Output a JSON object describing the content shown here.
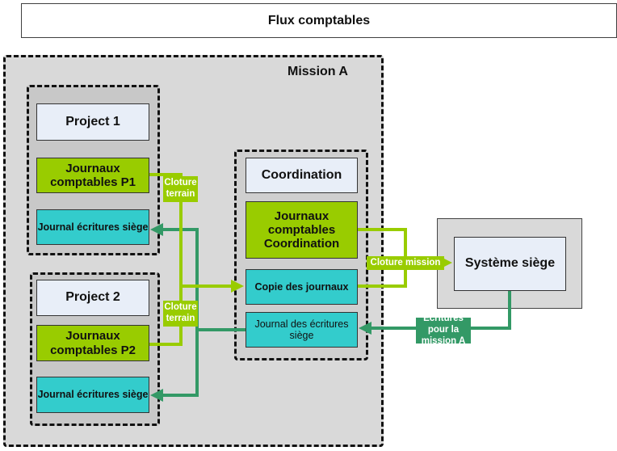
{
  "title": "Flux comptables",
  "mission": {
    "label": "Mission A",
    "project1": {
      "title": "Project 1",
      "journaux": "Journaux comptables P1",
      "journal_siege": "Journal écritures siège"
    },
    "project2": {
      "title": "Project 2",
      "journaux": "Journaux comptables P2",
      "journal_siege": "Journal écritures siège"
    },
    "coordination": {
      "title": "Coordination",
      "journaux": "Journaux comptables Coordination",
      "copie": "Copie des journaux",
      "journal_siege": "Journal des écritures siège"
    }
  },
  "systeme_siege": "Système siège",
  "flows": {
    "cloture_terrain_1": "Cloture terrain",
    "cloture_terrain_2": "Cloture terrain",
    "cloture_mission": "Cloture mission",
    "ecritures_mission": "Ecritures pour la mission A"
  },
  "colors": {
    "light_green": "#99cc00",
    "dark_green": "#339966",
    "cyan": "#33cccc",
    "pale_blue": "#e8eef8"
  }
}
